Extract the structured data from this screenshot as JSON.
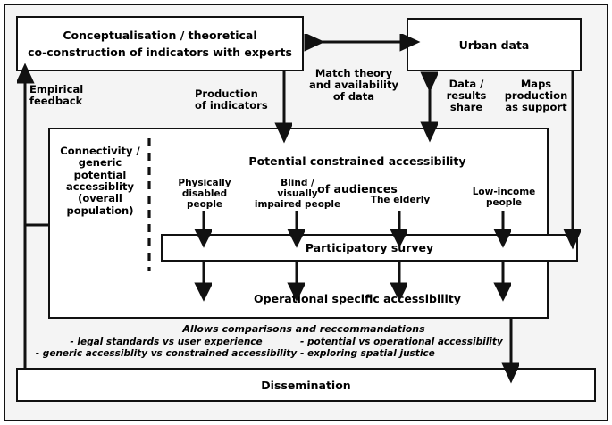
{
  "diagram": {
    "title": "Research framework for accessibility indicators",
    "colors": {
      "background": "#f4f4f4",
      "box_fill": "#ffffff",
      "stroke": "#111111"
    },
    "boxes": {
      "conceptualisation": {
        "line1": "Conceptualisation / theoretical",
        "line2": "co-construction of indicators with experts"
      },
      "urban_data": {
        "label": "Urban data"
      },
      "potential_constrained": {
        "line1": "Potential constrained accessibility",
        "line2": "of audiences"
      },
      "connectivity": {
        "label": "Connectivity /\ngeneric\npotential\naccessiblity\n(overall\npopulation)"
      },
      "participatory_survey": {
        "label": "Participatory survey"
      },
      "operational": {
        "label": "Operational specific accessibility"
      },
      "dissemination": {
        "label": "Dissemination"
      }
    },
    "audiences": [
      {
        "label": "Physically\ndisabled\npeople"
      },
      {
        "label": "Blind /\nvisually\nimpaired people"
      },
      {
        "label": "The elderly"
      },
      {
        "label": "Low-income\npeople"
      }
    ],
    "arrow_labels": {
      "empirical_feedback": "Empirical\nfeedback",
      "production_of_indicators": "Production\nof indicators",
      "match_theory": "Match theory\nand availability\nof data",
      "data_results_share": "Data /\nresults\nshare",
      "maps_production": "Maps\nproduction\nas support"
    },
    "footnotes": {
      "heading": "Allows comparisons and reccommandations",
      "left": "- legal standards vs user experience\n- generic accessiblity vs constrained accessibility",
      "right": "- potential vs operational accessibility\n- exploring spatial justice"
    }
  }
}
